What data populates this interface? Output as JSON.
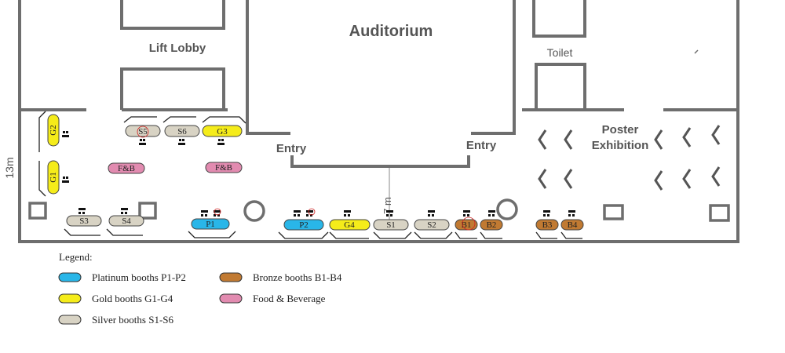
{
  "rooms": {
    "auditorium": "Auditorium",
    "lift_lobby": "Lift Lobby",
    "toilet": "Toilet",
    "poster_line1": "Poster",
    "poster_line2": "Exhibition",
    "entry_left": "Entry",
    "entry_right": "Entry"
  },
  "dimensions": {
    "width_label": "13m",
    "corridor_label": "7 m"
  },
  "booths": [
    {
      "id": "G2",
      "tier": "gold"
    },
    {
      "id": "G1",
      "tier": "gold"
    },
    {
      "id": "S5",
      "tier": "silver"
    },
    {
      "id": "S6",
      "tier": "silver"
    },
    {
      "id": "G3",
      "tier": "gold"
    },
    {
      "id": "F&B",
      "tier": "fnb"
    },
    {
      "id": "F&B",
      "tier": "fnb"
    },
    {
      "id": "S3",
      "tier": "silver"
    },
    {
      "id": "S4",
      "tier": "silver"
    },
    {
      "id": "P1",
      "tier": "platinum"
    },
    {
      "id": "P2",
      "tier": "platinum"
    },
    {
      "id": "G4",
      "tier": "gold"
    },
    {
      "id": "S1",
      "tier": "silver"
    },
    {
      "id": "S2",
      "tier": "silver"
    },
    {
      "id": "B1",
      "tier": "bronze"
    },
    {
      "id": "B2",
      "tier": "bronze"
    },
    {
      "id": "B3",
      "tier": "bronze"
    },
    {
      "id": "B4",
      "tier": "bronze"
    }
  ],
  "legend": {
    "title": "Legend:",
    "items": [
      {
        "label": "Platinum booths P1-P2",
        "color": "#29b6e8"
      },
      {
        "label": "Gold booths G1-G4",
        "color": "#f5ec1a"
      },
      {
        "label": "Silver booths S1-S6",
        "color": "#d8d3c4"
      },
      {
        "label": "Bronze booths B1-B4",
        "color": "#c17a32"
      },
      {
        "label": "Food & Beverage",
        "color": "#e28bb0"
      }
    ]
  },
  "colors": {
    "wall": "#6e6e6e",
    "platinum": "#29b6e8",
    "gold": "#f5ec1a",
    "silver": "#d8d3c4",
    "bronze": "#c17a32",
    "fnb": "#e28bb0"
  }
}
